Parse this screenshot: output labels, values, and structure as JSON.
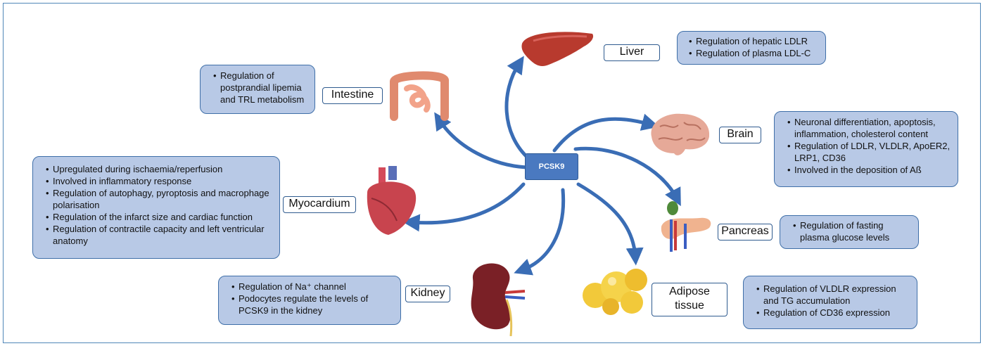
{
  "center": {
    "label": "PCSK9"
  },
  "liver": {
    "label": "Liver",
    "items": [
      "Regulation of hepatic LDLR",
      "Regulation of plasma LDL-C"
    ]
  },
  "intestine": {
    "label": "Intestine",
    "items": [
      "Regulation of postprandial lipemia and TRL metabolism"
    ]
  },
  "brain": {
    "label": "Brain",
    "items": [
      "Neuronal differentiation, apoptosis, inflammation, cholesterol content",
      "Regulation of LDLR, VLDLR, ApoER2, LRP1, CD36",
      "Involved in the deposition of Aß"
    ]
  },
  "myocardium": {
    "label": "Myocardium",
    "items": [
      "Upregulated during ischaemia/reperfusion",
      "Involved in inflammatory response",
      "Regulation of autophagy, pyroptosis and macrophage polarisation",
      "Regulation of the infarct size and cardiac function",
      "Regulation of contractile capacity and left ventricular anatomy"
    ]
  },
  "pancreas": {
    "label": "Pancreas",
    "items": [
      "Regulation of fasting plasma glucose levels"
    ]
  },
  "kidney": {
    "label": "Kidney",
    "items": [
      "Regulation of Na⁺ channel",
      "Podocytes regulate the levels of PCSK9 in the kidney"
    ]
  },
  "adipose": {
    "label_line1": "Adipose",
    "label_line2": "tissue",
    "items": [
      "Regulation of VLDLR expression and TG accumulation",
      "Regulation of CD36 expression"
    ]
  },
  "colors": {
    "box_fill": "#b8c9e6",
    "box_border": "#3f6fa8",
    "arrow": "#3a6db5",
    "center_fill": "#4a79c0"
  }
}
